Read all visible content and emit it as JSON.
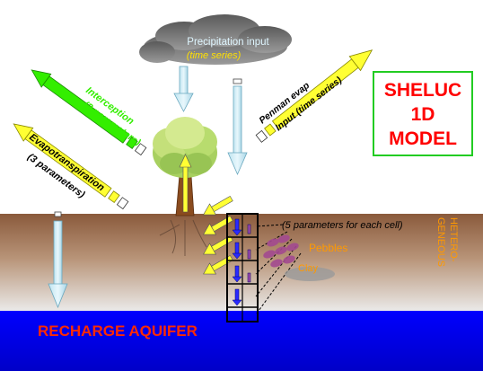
{
  "cloud": {
    "line1": "Precipitation input",
    "line2": "(time series)"
  },
  "model_box": {
    "line1": "SHELUC",
    "line2": "1D",
    "line3": "MODEL"
  },
  "interception": {
    "line1": "Interception",
    "line2": "(2 parameters)"
  },
  "evapotranspiration": {
    "line1": "Evapotranspiration",
    "line2": "(3 parameters)"
  },
  "penman": {
    "line1": "Penman evap",
    "line2": "Input (time series)"
  },
  "cells_note": "(5 parameters for each cell)",
  "pebbles": "Pebbles",
  "clay": "Clay",
  "hetero": {
    "line1": "HETERO-",
    "line2": "GENEOUS"
  },
  "recharge": "RECHARGE AQUIFER",
  "colors": {
    "sky": "#ffffff",
    "soil_top": "#8a5a3c",
    "soil_bottom": "#e8e8e8",
    "aquifer": "#0000ee",
    "recharge_text": "#ff2a00",
    "model_text": "#ff0000",
    "model_border": "#22cc22",
    "interception_text": "#33ee00",
    "pebbles_text": "#ff9900",
    "hetero_text": "#ff9900"
  }
}
